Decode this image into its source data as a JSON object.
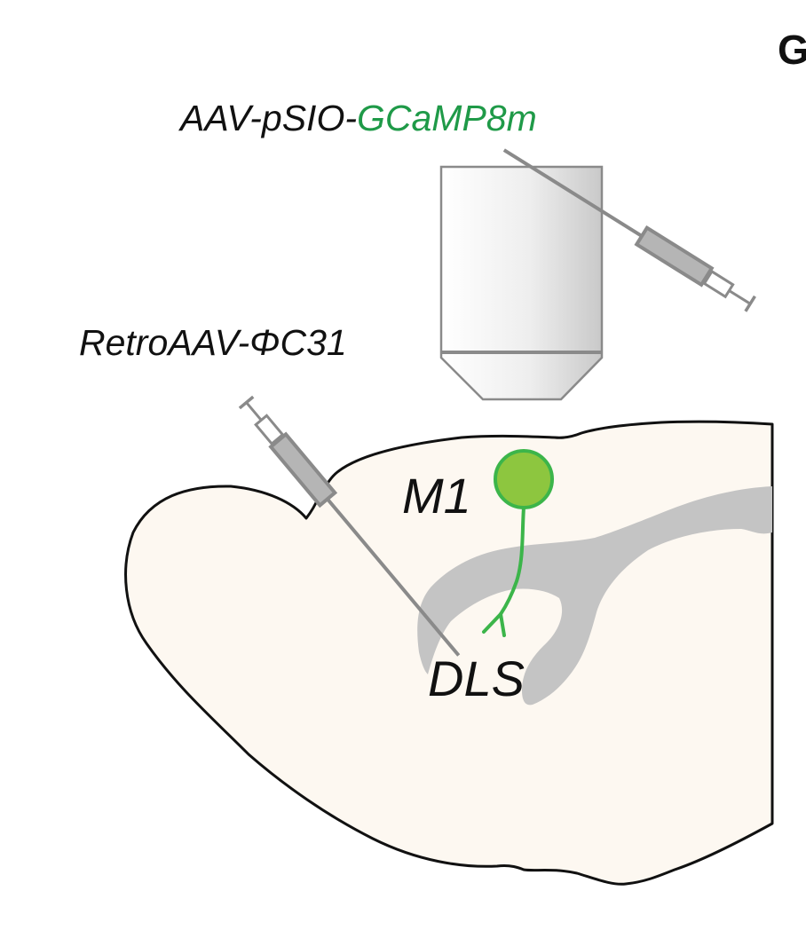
{
  "panel_letter": "G",
  "labels": {
    "virus_top_prefix": "AAV-pSIO-",
    "virus_top_highlight": "GCaMP8m",
    "virus_left": "RetroAAV-ΦC31",
    "region_m1": "M1",
    "region_dls": "DLS"
  },
  "colors": {
    "highlight_green": "#1f9a48",
    "neuron_fill": "#8dc63f",
    "neuron_stroke": "#3cb54a",
    "brain_fill": "#fdf8f1",
    "striatum_gray": "#c4c4c4",
    "instrument_gray": "#8a8a8a",
    "syringe_body": "#b5b5b5"
  },
  "icons": [
    "microscope-objective-icon",
    "syringe-icon",
    "neuron-icon"
  ]
}
